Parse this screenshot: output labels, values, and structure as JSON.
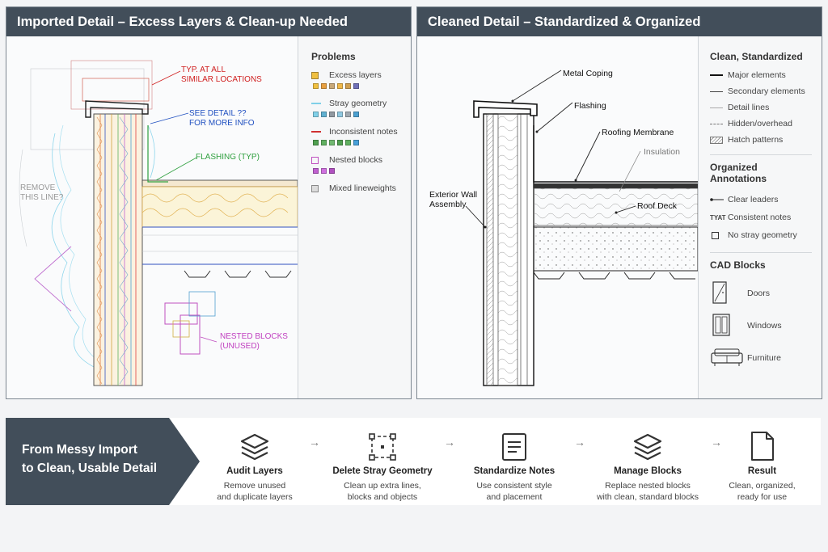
{
  "left_panel": {
    "title": "Imported Detail – Excess Layers & Clean-up Needed",
    "annotations": {
      "typ_line1": "TYP. AT ALL",
      "typ_line2": "SIMILAR LOCATIONS",
      "see_detail_line1": "SEE DETAIL ??",
      "see_detail_line2": "FOR MORE INFO",
      "flashing": "FLASHING (TYP)",
      "remove_line1": "REMOVE",
      "remove_line2": "THIS LINE?",
      "nested_line1": "NESTED BLOCKS",
      "nested_line2": "(UNUSED)"
    },
    "legend": {
      "title": "Problems",
      "items": [
        {
          "label": "Excess layers",
          "swatches": [
            "#f0c040",
            "#e8a040",
            "#c8a878",
            "#f0b848",
            "#d0a050",
            "#7070b8"
          ]
        },
        {
          "label": "Stray geometry",
          "swatches": [
            "#80d0e8",
            "#60b0d0",
            "#9098a0",
            "#90c8e0",
            "#a0a8b0",
            "#4ca0d0"
          ]
        },
        {
          "label": "Inconsistent notes",
          "swatches": [
            "#50a050",
            "#60b060",
            "#70b870",
            "#50a050",
            "#60b060",
            "#48a0d8"
          ]
        },
        {
          "label": "Nested blocks",
          "swatches": [
            "#c060d0",
            "#d070e0",
            "#b050c0"
          ]
        },
        {
          "label": "Mixed lineweights",
          "swatches": []
        }
      ]
    }
  },
  "right_panel": {
    "title": "Cleaned Detail – Standardized & Organized",
    "labels": {
      "metal_coping": "Metal Coping",
      "flashing": "Flashing",
      "roofing_membrane": "Roofing Membrane",
      "insulation": "Insulation",
      "exterior_wall_line1": "Exterior Wall",
      "exterior_wall_line2": "Assembly",
      "roof_deck": "Roof Deck"
    },
    "legend": {
      "section1_title": "Clean, Standardized",
      "lines": [
        "Major elements",
        "Secondary elements",
        "Detail lines",
        "Hidden/overhead",
        "Hatch patterns"
      ],
      "section2_title": "Organized Annotations",
      "annotations": [
        "Clear leaders",
        "Consistent notes",
        "No stray geometry"
      ],
      "typ_glyph": "TYAT",
      "section3_title": "CAD Blocks",
      "blocks": [
        "Doors",
        "Windows",
        "Furniture"
      ]
    }
  },
  "workflow": {
    "banner_line1": "From Messy Import",
    "banner_line2": "to Clean, Usable Detail",
    "banner_color": "#424e5a",
    "steps": [
      {
        "title": "Audit Layers",
        "desc_line1": "Remove unused",
        "desc_line2": "and duplicate layers",
        "icon": "layers-icon"
      },
      {
        "title": "Delete Stray Geometry",
        "desc_line1": "Clean up extra lines,",
        "desc_line2": "blocks and objects",
        "icon": "selection-icon"
      },
      {
        "title": "Standardize Notes",
        "desc_line1": "Use consistent style",
        "desc_line2": "and placement",
        "icon": "document-lines-icon"
      },
      {
        "title": "Manage Blocks",
        "desc_line1": "Replace nested blocks",
        "desc_line2": "with clean, standard blocks",
        "icon": "layers-icon"
      },
      {
        "title": "Result",
        "desc_line1": "Clean, organized,",
        "desc_line2": "ready for use",
        "icon": "document-icon"
      }
    ],
    "arrow_glyph": "→"
  }
}
